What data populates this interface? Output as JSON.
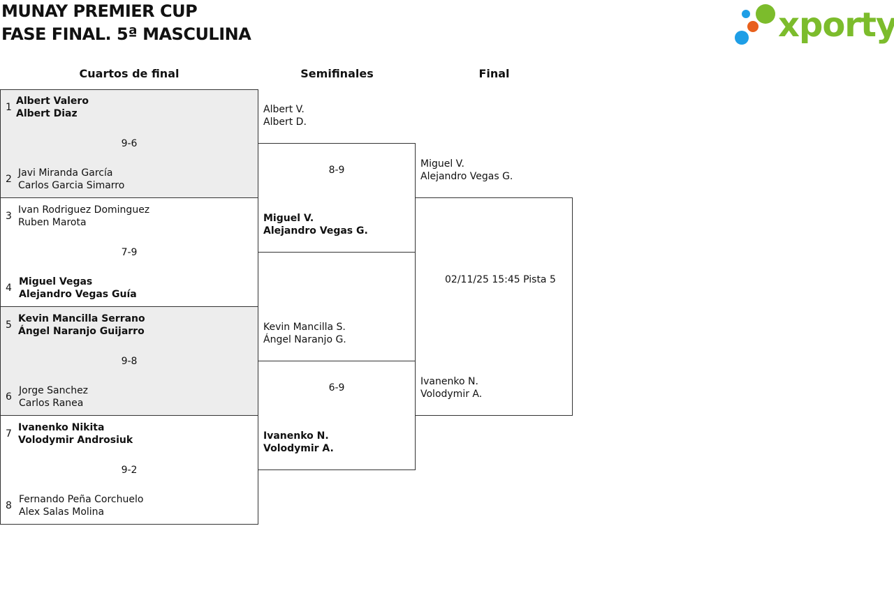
{
  "header": {
    "title_line1": "MUNAY PREMIER CUP",
    "title_line2": "FASE FINAL. 5ª MASCULINA",
    "logo_text": "xporty",
    "logo_colors": {
      "green": "#7cbc2c",
      "blue": "#1e9ee6",
      "orange": "#e8601c"
    }
  },
  "columns": {
    "quarters": "Cuartos de final",
    "semis": "Semifinales",
    "final": "Final"
  },
  "quarters": [
    {
      "score": "9-6",
      "team_a": {
        "seed": "1",
        "p1": "Albert Valero",
        "p2": "Albert Diaz"
      },
      "team_b": {
        "seed": "2",
        "p1": "Javi Miranda García",
        "p2": "Carlos Garcia Simarro"
      }
    },
    {
      "score": "7-9",
      "team_a": {
        "seed": "3",
        "p1": "Ivan Rodriguez Dominguez",
        "p2": "Ruben Marota"
      },
      "team_b": {
        "seed": "4",
        "p1": "Miguel Vegas",
        "p2": "Alejandro Vegas Guía"
      }
    },
    {
      "score": "9-8",
      "team_a": {
        "seed": "5",
        "p1": "Kevin Mancilla Serrano",
        "p2": "Ángel Naranjo Guijarro"
      },
      "team_b": {
        "seed": "6",
        "p1": "Jorge Sanchez",
        "p2": "Carlos Ranea"
      }
    },
    {
      "score": "9-2",
      "team_a": {
        "seed": "7",
        "p1": "Ivanenko Nikita",
        "p2": "Volodymir Androsiuk"
      },
      "team_b": {
        "seed": "8",
        "p1": "Fernando Peña Corchuelo",
        "p2": "Alex Salas Molina"
      }
    }
  ],
  "semis": [
    {
      "score": "8-9",
      "team_a": {
        "p1": "Albert V.",
        "p2": "Albert D."
      },
      "team_b": {
        "p1": "Miguel V.",
        "p2": "Alejandro Vegas G."
      }
    },
    {
      "score": "6-9",
      "team_a": {
        "p1": "Kevin Mancilla S.",
        "p2": "Ángel Naranjo G."
      },
      "team_b": {
        "p1": "Ivanenko N.",
        "p2": "Volodymir A."
      }
    }
  ],
  "final": {
    "team_a": {
      "p1": "Miguel V.",
      "p2": "Alejandro Vegas G."
    },
    "team_b": {
      "p1": "Ivanenko N.",
      "p2": "Volodymir A."
    },
    "schedule": "02/11/25 15:45 Pista 5"
  }
}
